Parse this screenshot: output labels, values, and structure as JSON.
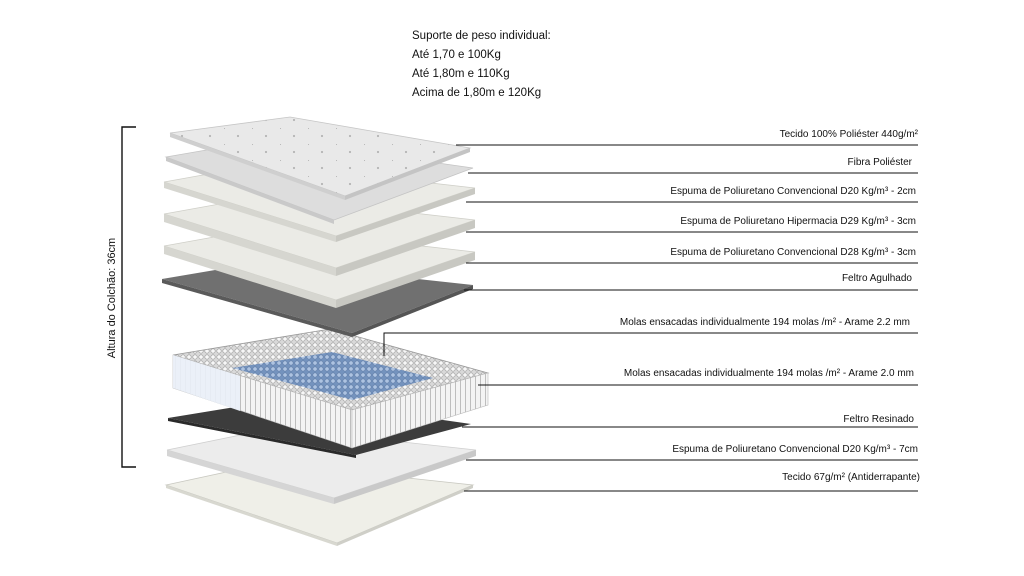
{
  "support": {
    "title": "Suporte de peso individual:",
    "lines": [
      "Até 1,70 e 100Kg",
      "Até 1,80m e 110Kg",
      "Acima de 1,80m e 120Kg"
    ]
  },
  "height_label": "Altura do Colchão: 36cm",
  "layers": [
    {
      "label": "Tecido 100% Poliéster 440g/m²"
    },
    {
      "label": "Fibra Poliéster"
    },
    {
      "label": "Espuma de Poliuretano Convencional D20 Kg/m³ - 2cm"
    },
    {
      "label": "Espuma de Poliuretano Hipermacia D29 Kg/m³ - 3cm"
    },
    {
      "label": "Espuma de Poliuretano Convencional D28 Kg/m³ - 3cm"
    },
    {
      "label": "Feltro Agulhado"
    },
    {
      "label": "Molas ensacadas individualmente 194 molas /m² - Arame 2.2 mm"
    },
    {
      "label": "Molas ensacadas individualmente 194 molas /m² - Arame 2.0 mm"
    },
    {
      "label": "Feltro Resinado"
    },
    {
      "label": "Espuma de Poliuretano Convencional D20 Kg/m³ - 7cm"
    },
    {
      "label": "Tecido 67g/m² (Antiderrapante)"
    }
  ],
  "colors": {
    "fabric": "#e6e6e6",
    "fiber": "#dcdcdc",
    "foam": "#ebebe6",
    "felt_needled": "#6e6e6e",
    "felt_resinated": "#3c3c3c",
    "spring_blue": "#7c9cc8",
    "bottom_fabric": "#efefe8"
  }
}
